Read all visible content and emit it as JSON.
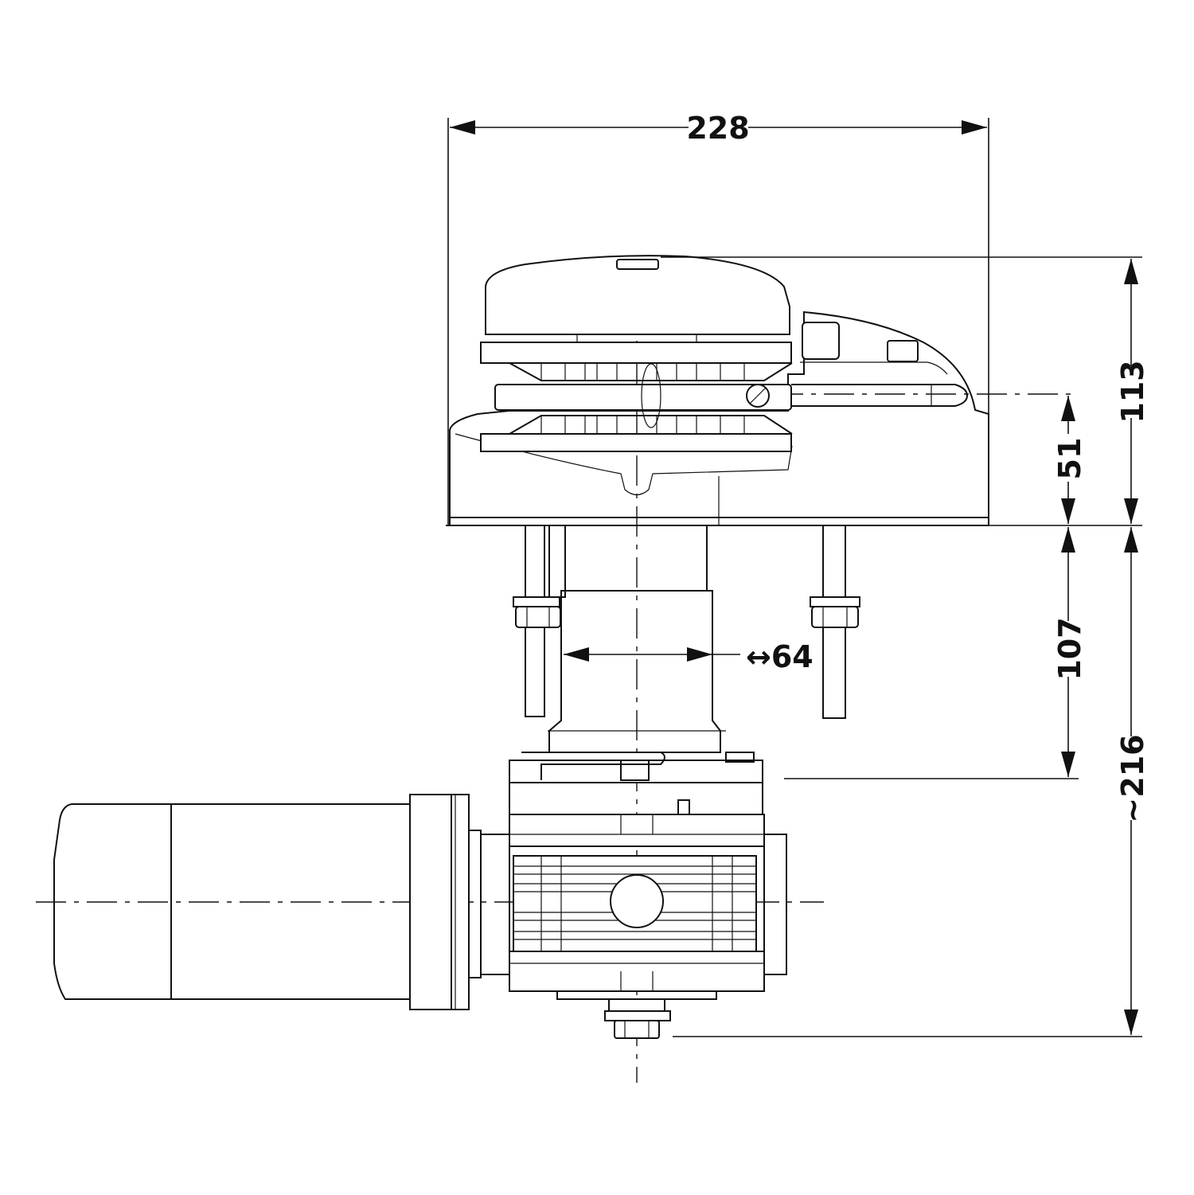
{
  "dimensions": {
    "overall_width": "228",
    "top_height": "113",
    "chain_line_height": "51",
    "below_deck_height": "107",
    "total_below_height": "~216",
    "column_diameter": "↔64"
  }
}
